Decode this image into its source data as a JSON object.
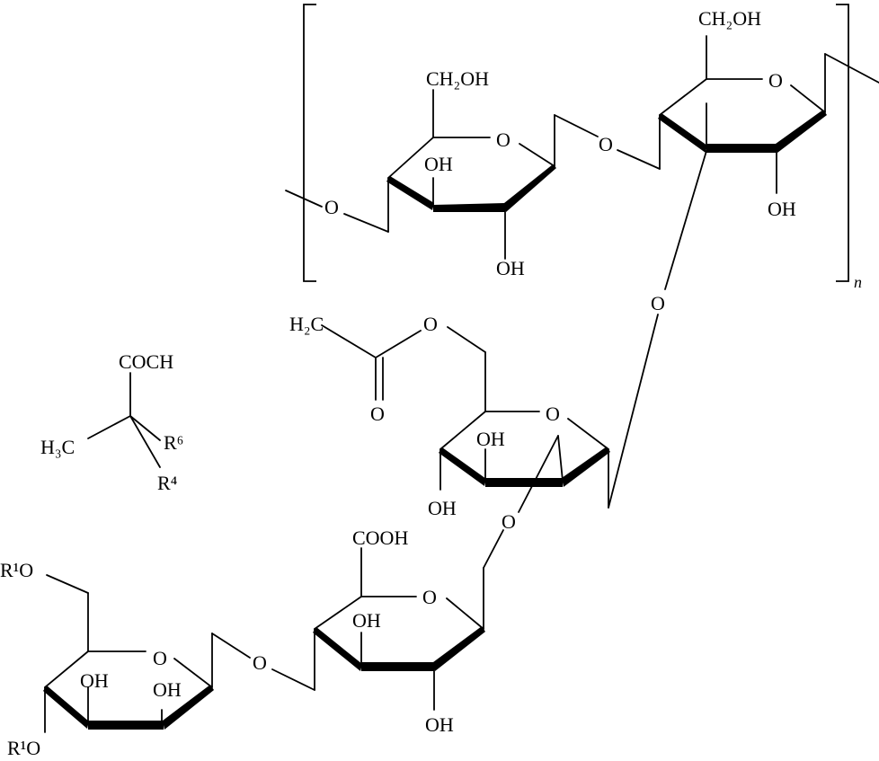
{
  "labels": {
    "a1_ch2oh": "CH₂OH",
    "a1_ring_o": "O",
    "a1_oh1": "OH",
    "a1_oh2": "OH",
    "a1_link_o": "O",
    "a2_ch2oh": "CH₂OH",
    "a2_ring_o": "O",
    "a2_oh": "OH",
    "glyco_link_o": "O",
    "bracket_sub": "n",
    "b_h2c": "H₂C",
    "b_ester_o": "O",
    "b_carbonyl_o": "O",
    "b_ring_o": "O",
    "b_oh1": "OH",
    "b_oh2": "OH",
    "b_link_o": "O",
    "coch": "COCH",
    "h3c": "H₃C",
    "r6": "R⁶",
    "r4": "R⁴",
    "c_cooh": "COOH",
    "c_ring_o": "O",
    "c_oh1": "OH",
    "c_oh2": "OH",
    "c_link_o": "O",
    "d_r1o_top": "R¹O",
    "d_ring_o": "O",
    "d_oh1": "OH",
    "d_oh2": "OH",
    "d_r1o_bottom": "R¹O"
  }
}
